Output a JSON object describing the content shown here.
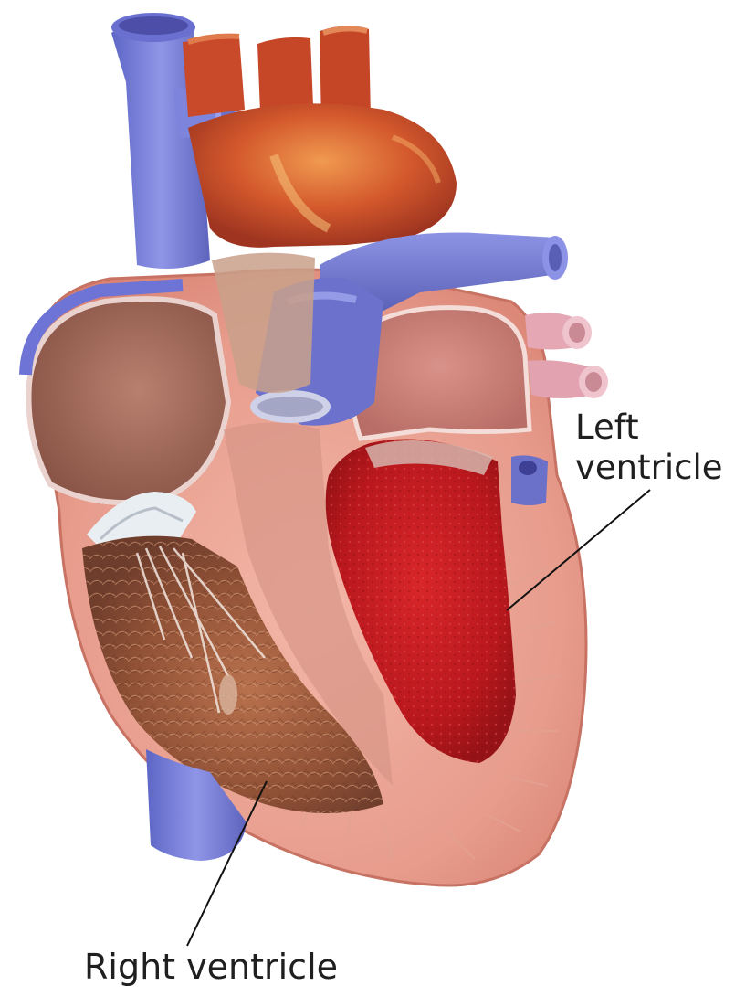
{
  "labels": {
    "left_ventricle_line1": "Left",
    "left_ventricle_line2": "ventricle",
    "right_ventricle": "Right ventricle"
  }
}
